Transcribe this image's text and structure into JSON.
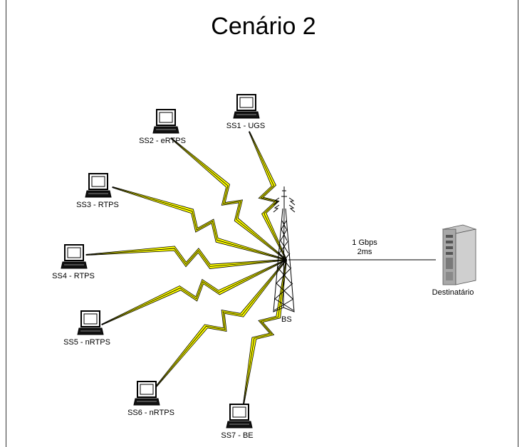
{
  "title": "Cenário 2",
  "colors": {
    "link": "#ffff00",
    "line": "#000000"
  },
  "base_station": {
    "label": "BS",
    "icon": "antenna-tower-icon"
  },
  "destination": {
    "label": "Destinatário",
    "icon": "server-icon"
  },
  "wired_link": {
    "bandwidth": "1 Gbps",
    "delay": "2ms"
  },
  "stations": [
    {
      "id": "ss1",
      "label": "SS1 - UGS",
      "icon": "laptop-icon"
    },
    {
      "id": "ss2",
      "label": "SS2 - eRTPS",
      "icon": "laptop-icon"
    },
    {
      "id": "ss3",
      "label": "SS3 - RTPS",
      "icon": "laptop-icon"
    },
    {
      "id": "ss4",
      "label": "SS4 - RTPS",
      "icon": "laptop-icon"
    },
    {
      "id": "ss5",
      "label": "SS5 - nRTPS",
      "icon": "laptop-icon"
    },
    {
      "id": "ss6",
      "label": "SS6 - nRTPS",
      "icon": "laptop-icon"
    },
    {
      "id": "ss7",
      "label": "SS7 - BE",
      "icon": "laptop-icon"
    }
  ]
}
